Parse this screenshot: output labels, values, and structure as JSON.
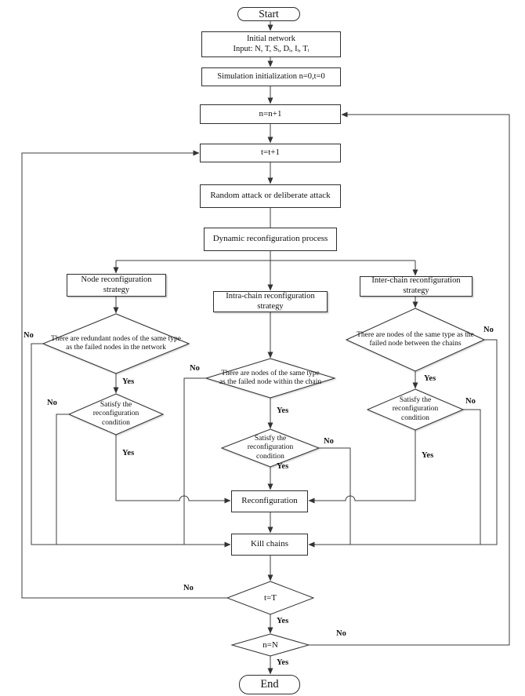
{
  "flowchart": {
    "nodes": {
      "start": "Start",
      "initial_line1": "Initial network",
      "initial_line2": "Input: N, T, Sᵢ, Dᵢ, Iᵢ, Tᵢ",
      "sim_init": "Simulation initialization n=0,t=0",
      "n_inc": "n=n+1",
      "t_inc": "t=t+1",
      "attack": "Random attack or deliberate attack",
      "dynamic": "Dynamic reconfiguration process",
      "node_strategy": "Node reconfiguration strategy",
      "intra_strategy": "Intra-chain reconfiguration strategy",
      "inter_strategy": "Inter-chain reconfiguration strategy",
      "node_decision": "There are redundant nodes of the same type as the failed nodes in the network",
      "intra_decision": "There are nodes of the same type as the failed node within the chain",
      "inter_decision": "There are nodes of the same type as the failed node between the chains",
      "satisfy_decision": "Satisfy the reconfiguration condition",
      "reconfiguration": "Reconfiguration",
      "kill_chains": "Kill chains",
      "t_check": "t=T",
      "n_check": "n=N",
      "end": "End"
    },
    "labels": {
      "yes": "Yes",
      "no": "No"
    },
    "colors": {
      "background": "#ffffff",
      "line": "#3d3d3d",
      "box_border": "#2e2e2e",
      "text": "#111111"
    }
  }
}
